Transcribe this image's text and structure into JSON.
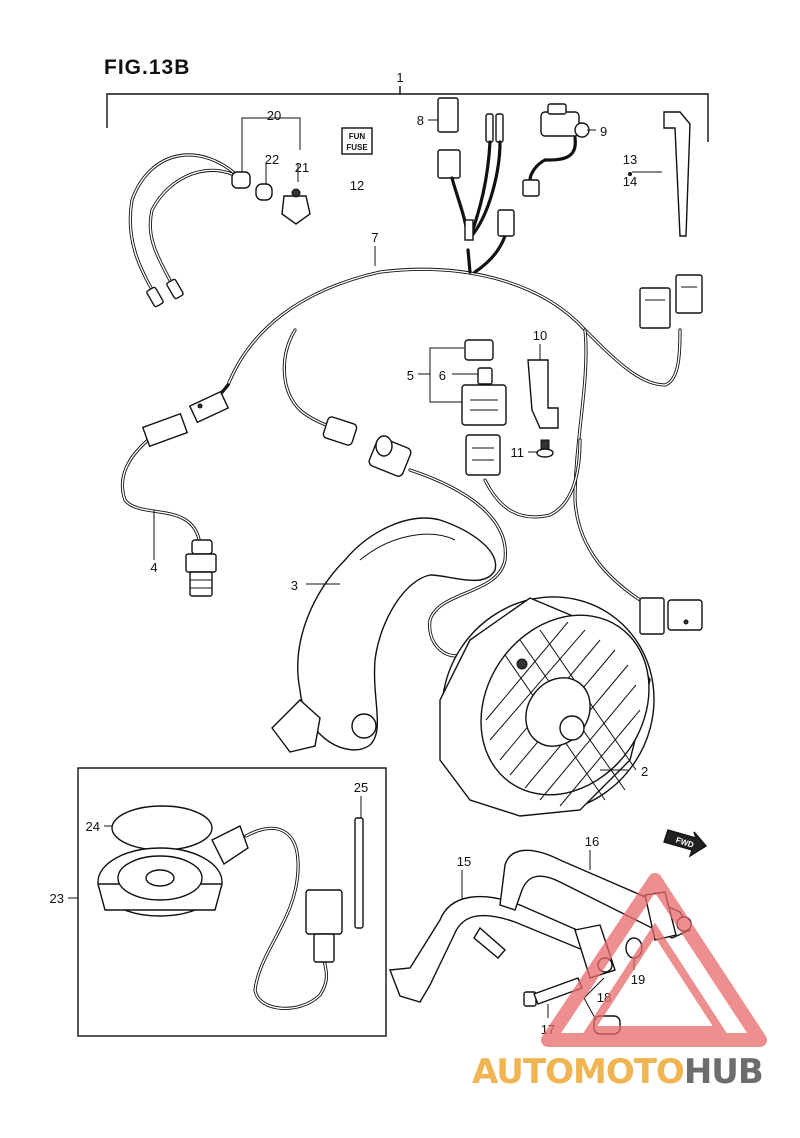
{
  "figure": {
    "title": "FIG.13B"
  },
  "labels": {
    "p1": "1",
    "p2": "2",
    "p3": "3",
    "p4": "4",
    "p5": "5",
    "p6": "6",
    "p7": "7",
    "p8": "8",
    "p9": "9",
    "p10": "10",
    "p11": "11",
    "p12": "12",
    "p13": "13",
    "p14": "14",
    "p15": "15",
    "p16": "16",
    "p17": "17",
    "p18": "18",
    "p19": "19",
    "p20": "20",
    "p21": "21",
    "p22": "22",
    "p23": "23",
    "p24": "24",
    "p25": "25"
  },
  "fuse_card": {
    "line1": "FUN",
    "line2": "FUSE"
  },
  "fwd_badge": "FWD",
  "watermark": {
    "part1": "AUTO",
    "part2": "MOTO",
    "part3": "HUB"
  },
  "colors": {
    "line": "#111111",
    "watermark_red": "#e86a6a",
    "watermark_orange": "#f0b552",
    "watermark_gray": "#6d6d6d"
  }
}
